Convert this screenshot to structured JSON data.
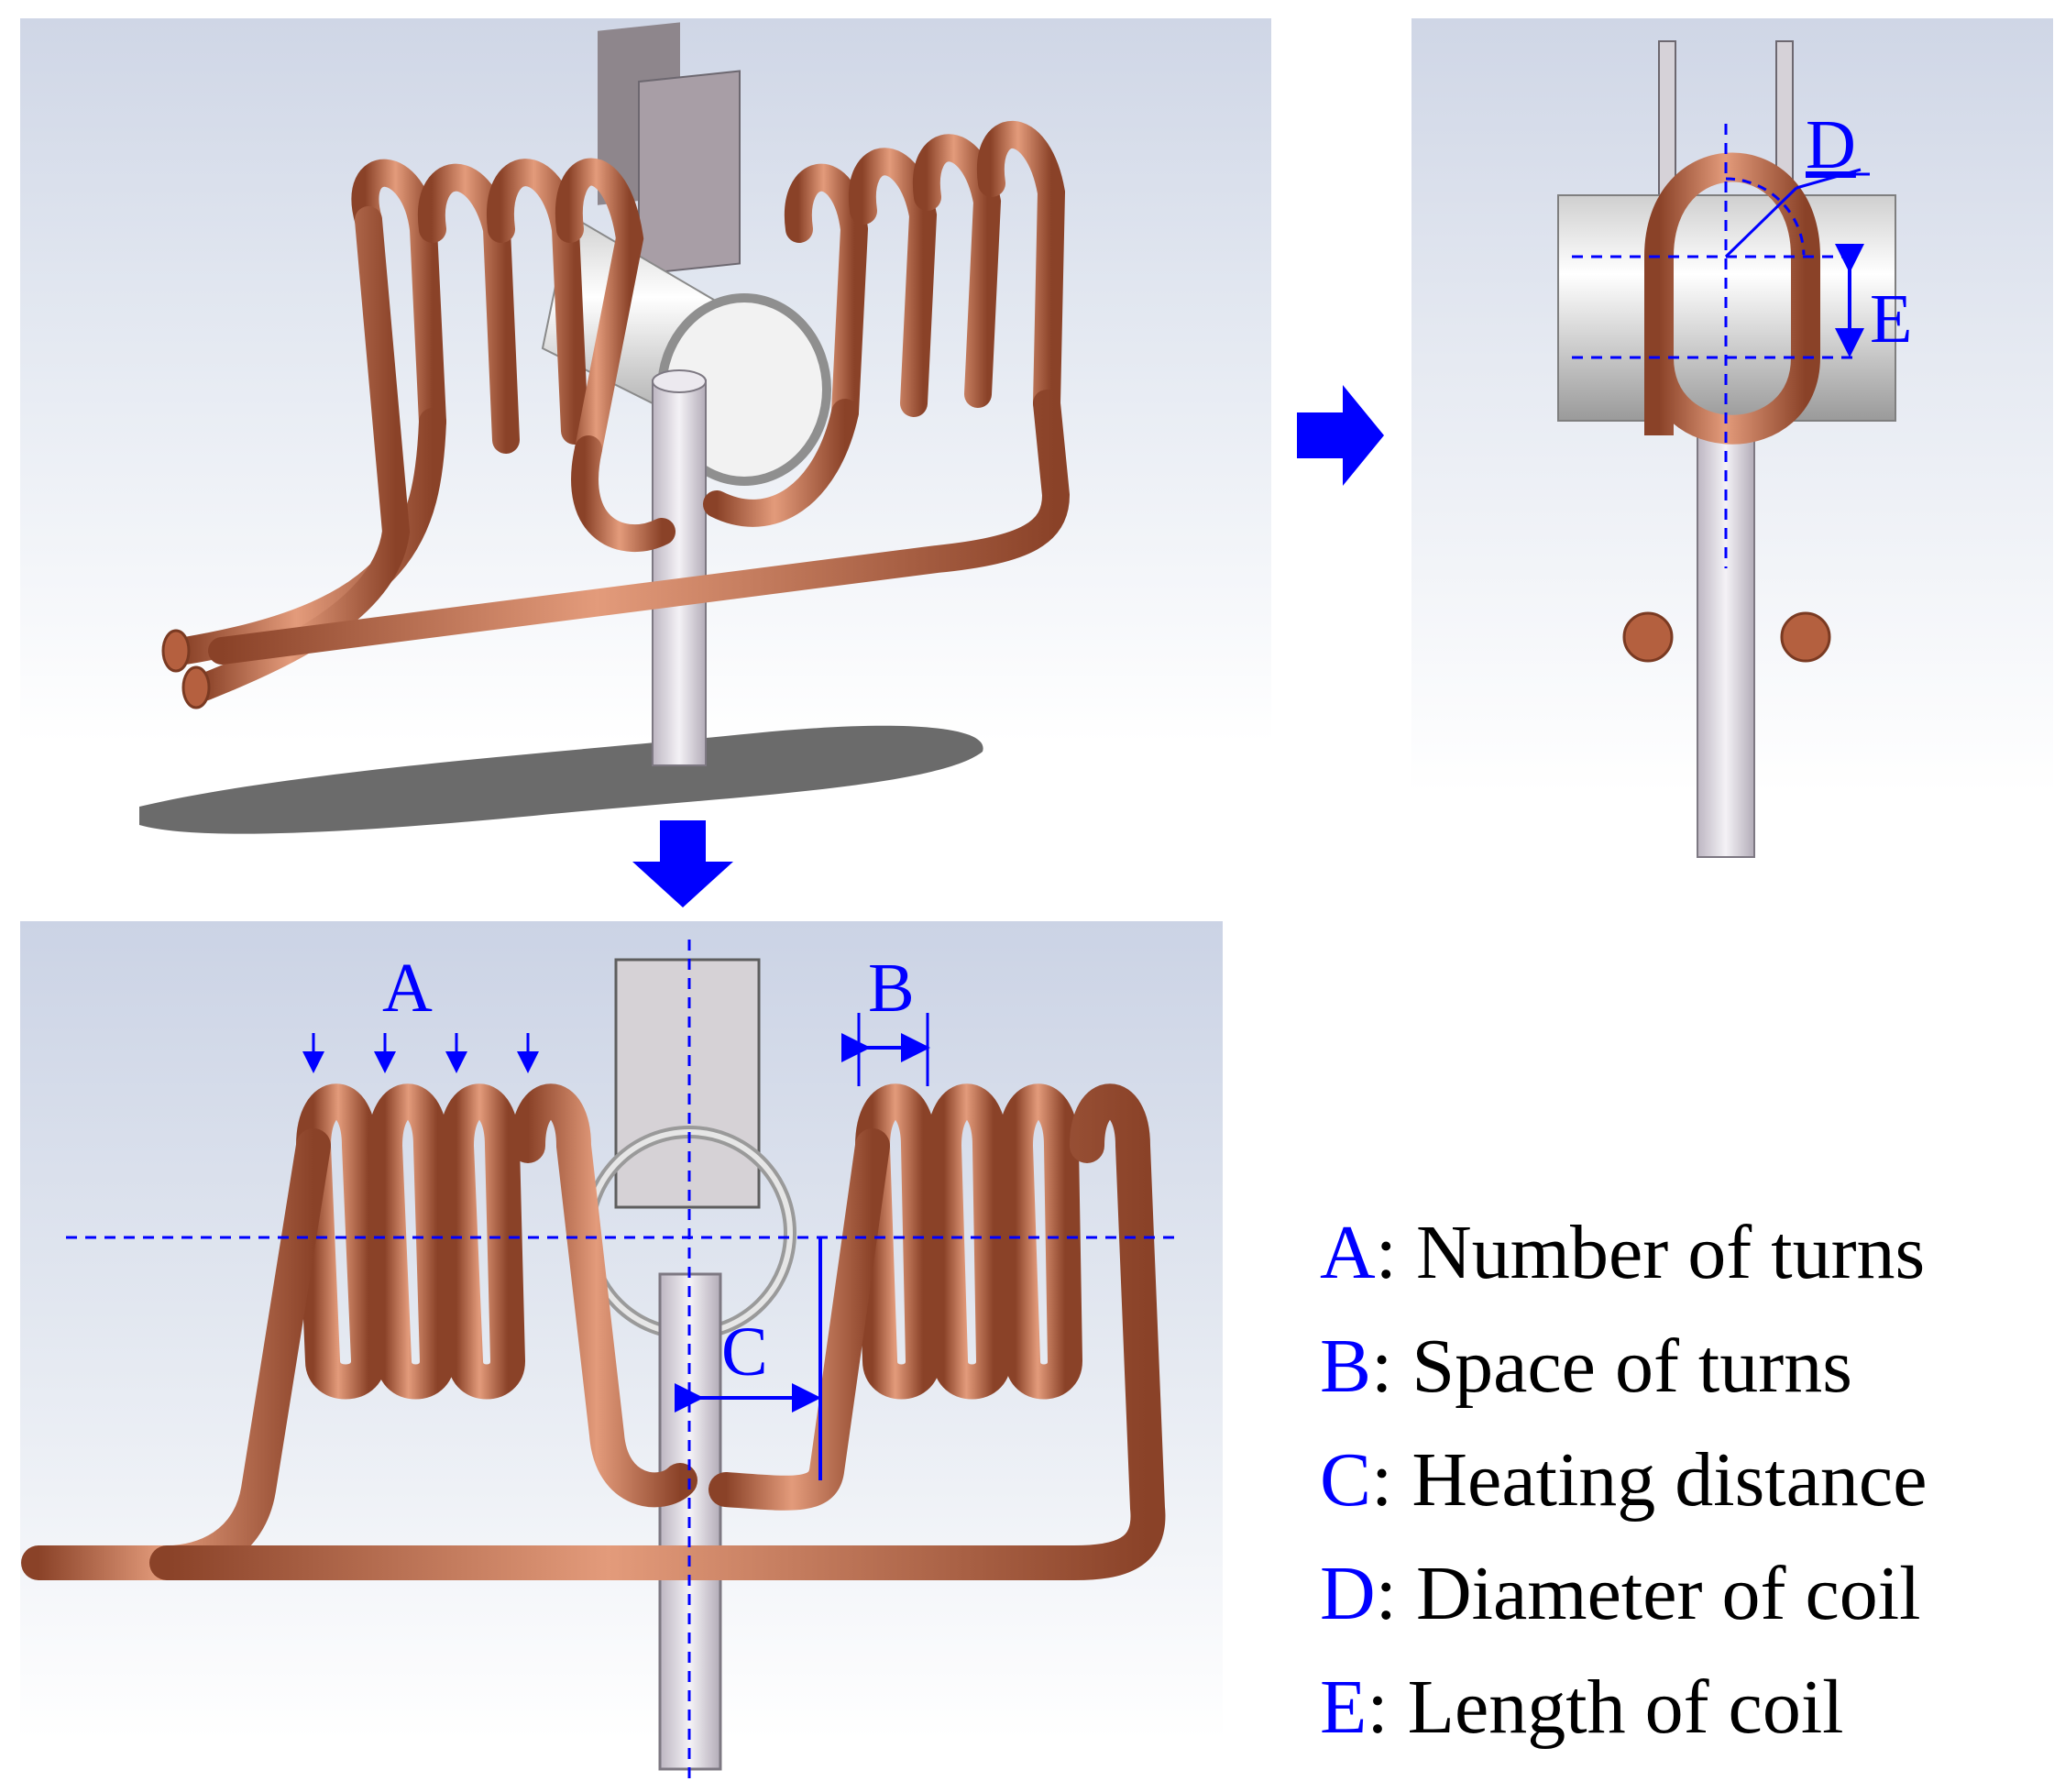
{
  "labels": {
    "a": "A",
    "b": "B",
    "c": "C",
    "d": "D",
    "e": "E"
  },
  "legend": [
    {
      "key": "A",
      "sep": ": ",
      "text": "Number of turns"
    },
    {
      "key": "B",
      "sep": ": ",
      "text": "Space of turns"
    },
    {
      "key": "C",
      "sep": ": ",
      "text": "Heating distance"
    },
    {
      "key": "D",
      "sep": ": ",
      "text": "Diameter of coil"
    },
    {
      "key": "E",
      "sep": ": ",
      "text": "Length of coil"
    }
  ],
  "colors": {
    "copper": "#c0714f",
    "annotation": "#0000ff",
    "rod": "#dcd8e0",
    "plate": "#a89ea6"
  }
}
